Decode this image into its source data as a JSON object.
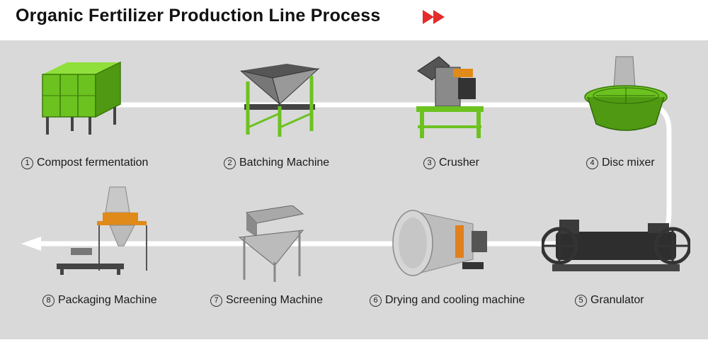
{
  "title": "Organic Fertilizer Production Line Process",
  "steps": [
    {
      "num": "1",
      "label": "Compost fermentation",
      "icon": "compost-fermenter-icon"
    },
    {
      "num": "2",
      "label": "Batching Machine",
      "icon": "batching-machine-icon"
    },
    {
      "num": "3",
      "label": "Crusher",
      "icon": "crusher-icon"
    },
    {
      "num": "4",
      "label": "Disc mixer",
      "icon": "disc-mixer-icon"
    },
    {
      "num": "5",
      "label": "Granulator",
      "icon": "granulator-icon"
    },
    {
      "num": "6",
      "label": "Drying and cooling machine",
      "icon": "rotary-dryer-icon"
    },
    {
      "num": "7",
      "label": "Screening Machine",
      "icon": "screening-machine-icon"
    },
    {
      "num": "8",
      "label": "Packaging Machine",
      "icon": "packaging-machine-icon"
    }
  ],
  "colors": {
    "accent": "#e52b2b",
    "machine_green": "#6cc21f",
    "panel": "#d9d9d9",
    "flow_line": "#ffffff"
  }
}
